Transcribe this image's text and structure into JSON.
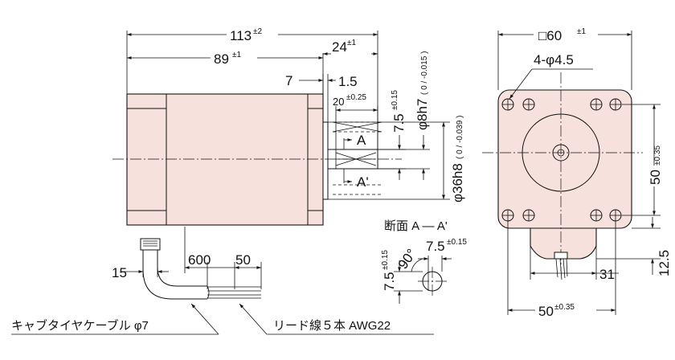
{
  "colors": {
    "motor_body": "#f7e1dc",
    "line": "#111111"
  },
  "side_view": {
    "overall_length": "113",
    "overall_length_tol": "±2",
    "body_length": "89",
    "body_length_tol": "±1",
    "shaft_length": "24",
    "shaft_length_tol": "±1",
    "pilot_step": "7",
    "pilot_thickness": "1.5",
    "flat_length": "20",
    "flat_length_tol": "±0.25",
    "flat_depth": "7.5",
    "flat_depth_tol": "±0.15",
    "shaft_dia": "φ8h7",
    "shaft_dia_tol": "( 0 / -0.015 )",
    "section_label_a": "A",
    "section_label_a2": "A'",
    "pilot_dia": "φ36h8",
    "pilot_dia_tol": "( 0 / -0.039 )",
    "cable_len": "600",
    "lead_strip_len": "50",
    "cable_offset": "15"
  },
  "section_view": {
    "title": "断面 A — A'",
    "angle": "90°",
    "flat_width": "7.5",
    "flat_width_tol": "±0.15",
    "flat_height": "7.5",
    "flat_height_tol": "±0.15"
  },
  "front_view": {
    "flange_size": "□60",
    "flange_size_tol": "±1",
    "holes": "4-φ4.5",
    "hole_pitch_v": "50",
    "hole_pitch_v_tol": "±0.35",
    "hole_pitch_h": "50",
    "hole_pitch_h_tol": "±0.35",
    "boss_width": "31",
    "boss_height": "12.5"
  },
  "callouts": {
    "cable": "キャブタイヤケーブル φ7",
    "leads": "リード線５本  AWG22"
  }
}
